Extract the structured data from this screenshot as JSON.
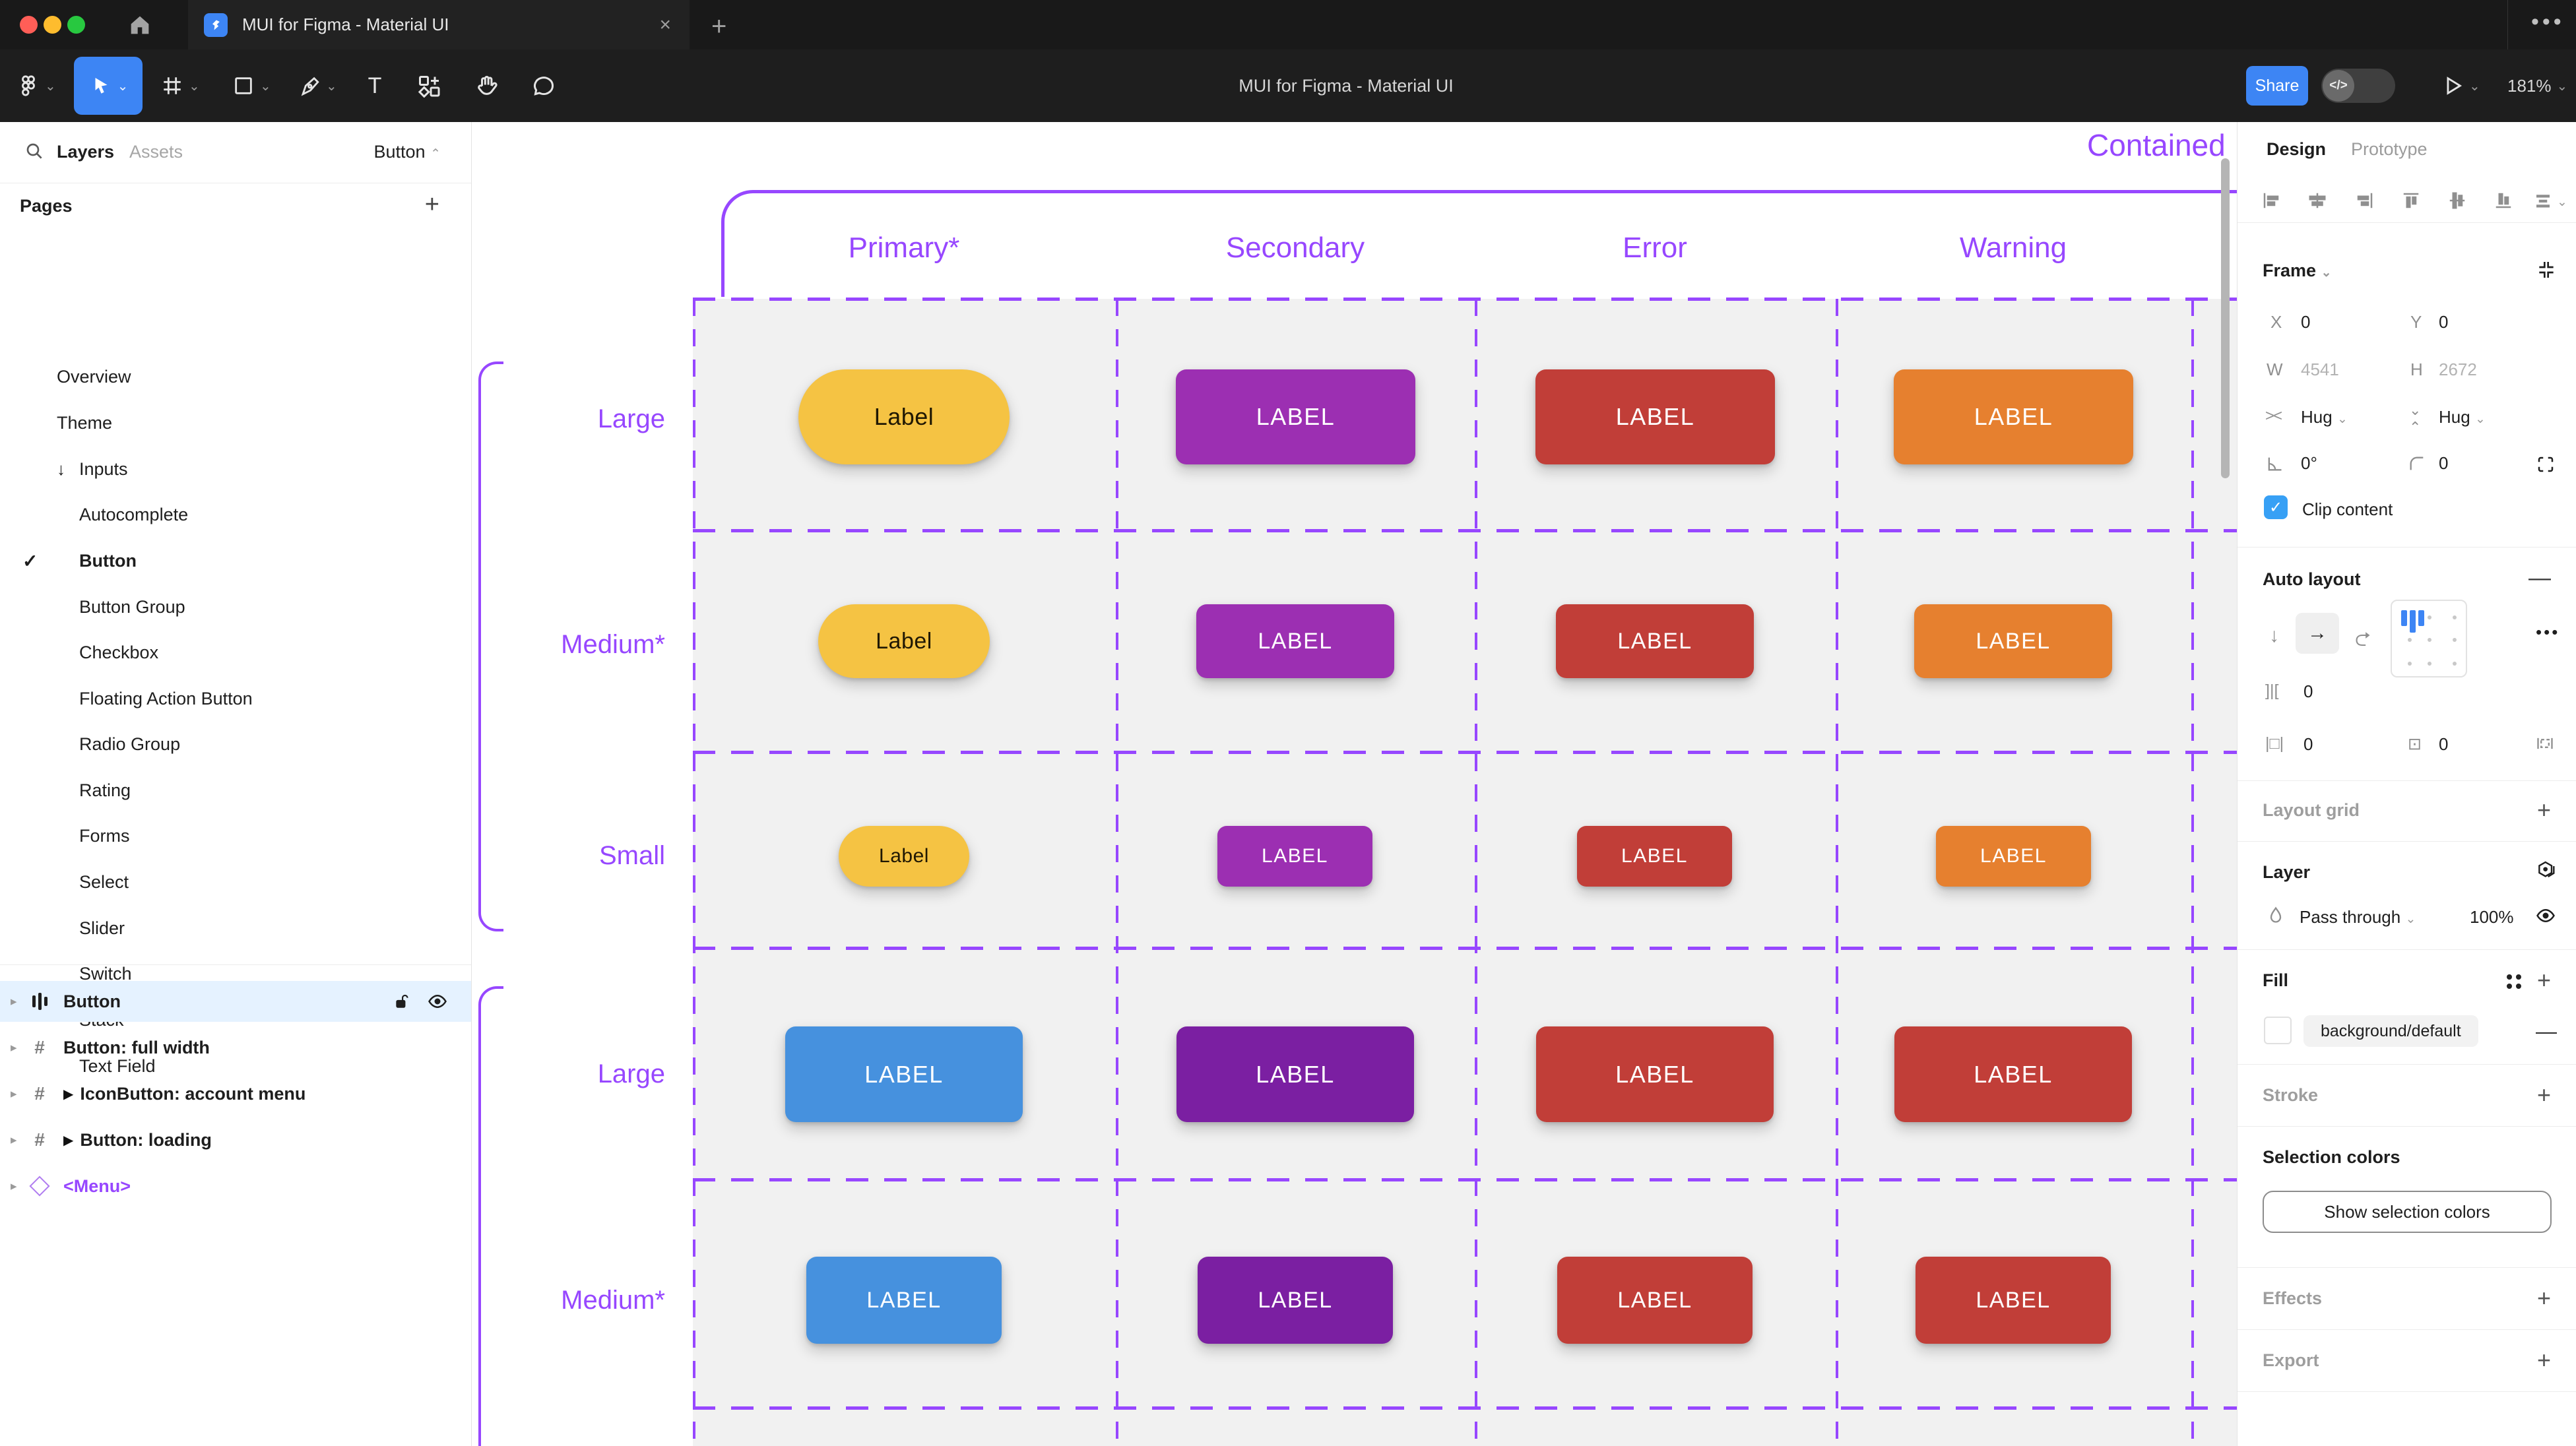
{
  "window": {
    "tab_title": "MUI for Figma - Material UI",
    "toolbar_title": "MUI for Figma - Material UI",
    "close_glyph": "×",
    "new_tab_glyph": "+",
    "overflow_glyph": "•••",
    "share_label": "Share",
    "dev_toggle_glyph": "</>",
    "zoom_level": "181%"
  },
  "sidebar": {
    "tabs": {
      "layers": "Layers",
      "assets": "Assets"
    },
    "selection_badge": "Button",
    "pages_header": "Pages",
    "add_page_glyph": "+",
    "pages": [
      {
        "label": "Overview"
      },
      {
        "label": "Theme"
      },
      {
        "label": "Inputs"
      },
      {
        "label": "Autocomplete"
      },
      {
        "label": "Button"
      },
      {
        "label": "Button Group"
      },
      {
        "label": "Checkbox"
      },
      {
        "label": "Floating Action Button"
      },
      {
        "label": "Radio Group"
      },
      {
        "label": "Rating"
      },
      {
        "label": "Forms"
      },
      {
        "label": "Select"
      },
      {
        "label": "Slider"
      },
      {
        "label": "Switch"
      },
      {
        "label": "Stack"
      },
      {
        "label": "Text Field"
      }
    ],
    "layers": [
      {
        "label": "Button"
      },
      {
        "label": "Button: full width"
      },
      {
        "label": "IconButton: account menu"
      },
      {
        "label": "Button: loading"
      },
      {
        "label": "<Menu>"
      }
    ]
  },
  "canvas": {
    "section_title": "Contained",
    "columns": [
      "Primary*",
      "Secondary",
      "Error",
      "Warning"
    ],
    "rows": [
      {
        "label": "Large",
        "cells": [
          {
            "label": "Label",
            "bg": "#F5C343",
            "fg": "#201803"
          },
          {
            "label": "LABEL",
            "bg": "#9C2FB2",
            "fg": "#FFFFFF"
          },
          {
            "label": "LABEL",
            "bg": "#C13E38",
            "fg": "#FFFFFF"
          },
          {
            "label": "LABEL",
            "bg": "#E6802F",
            "fg": "#FFFFFF"
          }
        ]
      },
      {
        "label": "Medium*",
        "cells": [
          {
            "label": "Label",
            "bg": "#F5C343",
            "fg": "#201803"
          },
          {
            "label": "LABEL",
            "bg": "#9C2FB2",
            "fg": "#FFFFFF"
          },
          {
            "label": "LABEL",
            "bg": "#C13E38",
            "fg": "#FFFFFF"
          },
          {
            "label": "LABEL",
            "bg": "#E6802F",
            "fg": "#FFFFFF"
          }
        ]
      },
      {
        "label": "Small",
        "cells": [
          {
            "label": "Label",
            "bg": "#F5C343",
            "fg": "#201803"
          },
          {
            "label": "LABEL",
            "bg": "#9C2FB2",
            "fg": "#FFFFFF"
          },
          {
            "label": "LABEL",
            "bg": "#C13E38",
            "fg": "#FFFFFF"
          },
          {
            "label": "LABEL",
            "bg": "#E6802F",
            "fg": "#FFFFFF"
          }
        ]
      },
      {
        "label": "Large",
        "cells": [
          {
            "label": "LABEL",
            "bg": "#4691DE",
            "fg": "#FFFFFF"
          },
          {
            "label": "LABEL",
            "bg": "#7B1FA2",
            "fg": "#FFFFFF"
          },
          {
            "label": "LABEL",
            "bg": "#C13E38",
            "fg": "#FFFFFF"
          },
          {
            "label": "LABEL",
            "bg": "#C13E38",
            "fg": "#FFFFFF"
          }
        ]
      },
      {
        "label": "Medium*",
        "cells": [
          {
            "label": "LABEL",
            "bg": "#4691DE",
            "fg": "#FFFFFF"
          },
          {
            "label": "LABEL",
            "bg": "#7B1FA2",
            "fg": "#FFFFFF"
          },
          {
            "label": "LABEL",
            "bg": "#C13E38",
            "fg": "#FFFFFF"
          },
          {
            "label": "LABEL",
            "bg": "#C13E38",
            "fg": "#FFFFFF"
          }
        ]
      }
    ],
    "accent_color": "#9747FF"
  },
  "panel": {
    "tabs": {
      "design": "Design",
      "prototype": "Prototype"
    },
    "frame": {
      "header": "Frame",
      "x_label": "X",
      "x_value": "0",
      "y_label": "Y",
      "y_value": "0",
      "w_label": "W",
      "w_value": "4541",
      "h_label": "H",
      "h_value": "2672",
      "hug_h": "Hug",
      "hug_v": "Hug",
      "rotation": "0°",
      "corner_radius": "0",
      "clip_label": "Clip content",
      "check_glyph": "✓"
    },
    "auto_layout": {
      "header": "Auto layout",
      "gap": "0",
      "padding_h": "0",
      "padding_v": "0",
      "more_glyph": "•••",
      "remove_glyph": "—"
    },
    "layout_grid": {
      "header": "Layout grid"
    },
    "layer": {
      "header": "Layer",
      "blend_mode": "Pass through",
      "opacity": "100%"
    },
    "fill": {
      "header": "Fill",
      "style_name": "background/default",
      "remove_glyph": "—"
    },
    "stroke": {
      "header": "Stroke"
    },
    "selection_colors": {
      "header": "Selection colors",
      "button_label": "Show selection colors"
    },
    "effects": {
      "header": "Effects"
    },
    "export": {
      "header": "Export"
    },
    "accent_blue": "#37A0F5"
  }
}
